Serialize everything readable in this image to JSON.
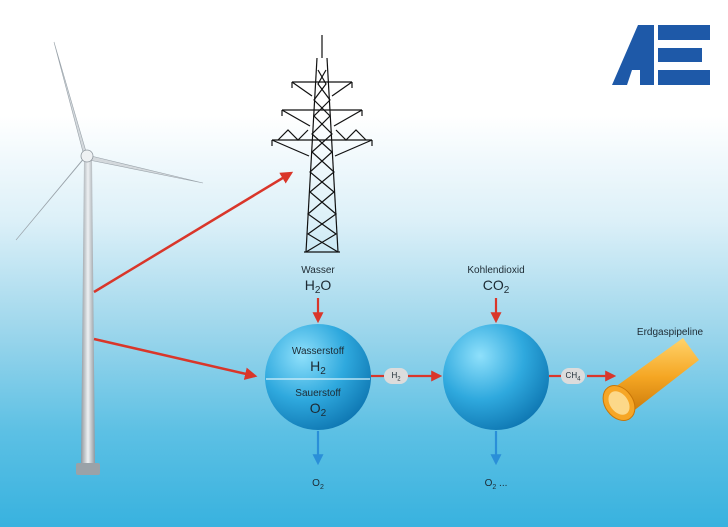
{
  "colors": {
    "arrow_red": "#d9362a",
    "arrow_blue": "#2a8fd8",
    "sphere": "#2ea7dc",
    "pipe": "#f19c1c",
    "logo": "#1e59a8"
  },
  "icons": [
    "wind-turbine-icon",
    "power-pylon-icon",
    "ae-logo-icon",
    "pipeline-icon"
  ],
  "water": {
    "label": "Wasser",
    "formula": "H",
    "formula_sub": "2",
    "formula_tail": "O"
  },
  "co2": {
    "label": "Kohlendioxid",
    "formula": "CO",
    "formula_sub": "2"
  },
  "electrolyzer": {
    "hydrogen_label": "Wasserstoff",
    "hydrogen_formula": "H",
    "hydrogen_sub": "2",
    "oxygen_label": "Sauerstoff",
    "oxygen_formula": "O",
    "oxygen_sub": "2"
  },
  "h2_pill": {
    "text": "H",
    "sub": "2"
  },
  "ch4_pill": {
    "text": "CH",
    "sub": "4"
  },
  "o2_out_left": {
    "text": "O",
    "sub": "2"
  },
  "o2_out_right": {
    "text": "O",
    "sub": "2",
    "tail": " ..."
  },
  "pipeline_label": "Erdgaspipeline"
}
